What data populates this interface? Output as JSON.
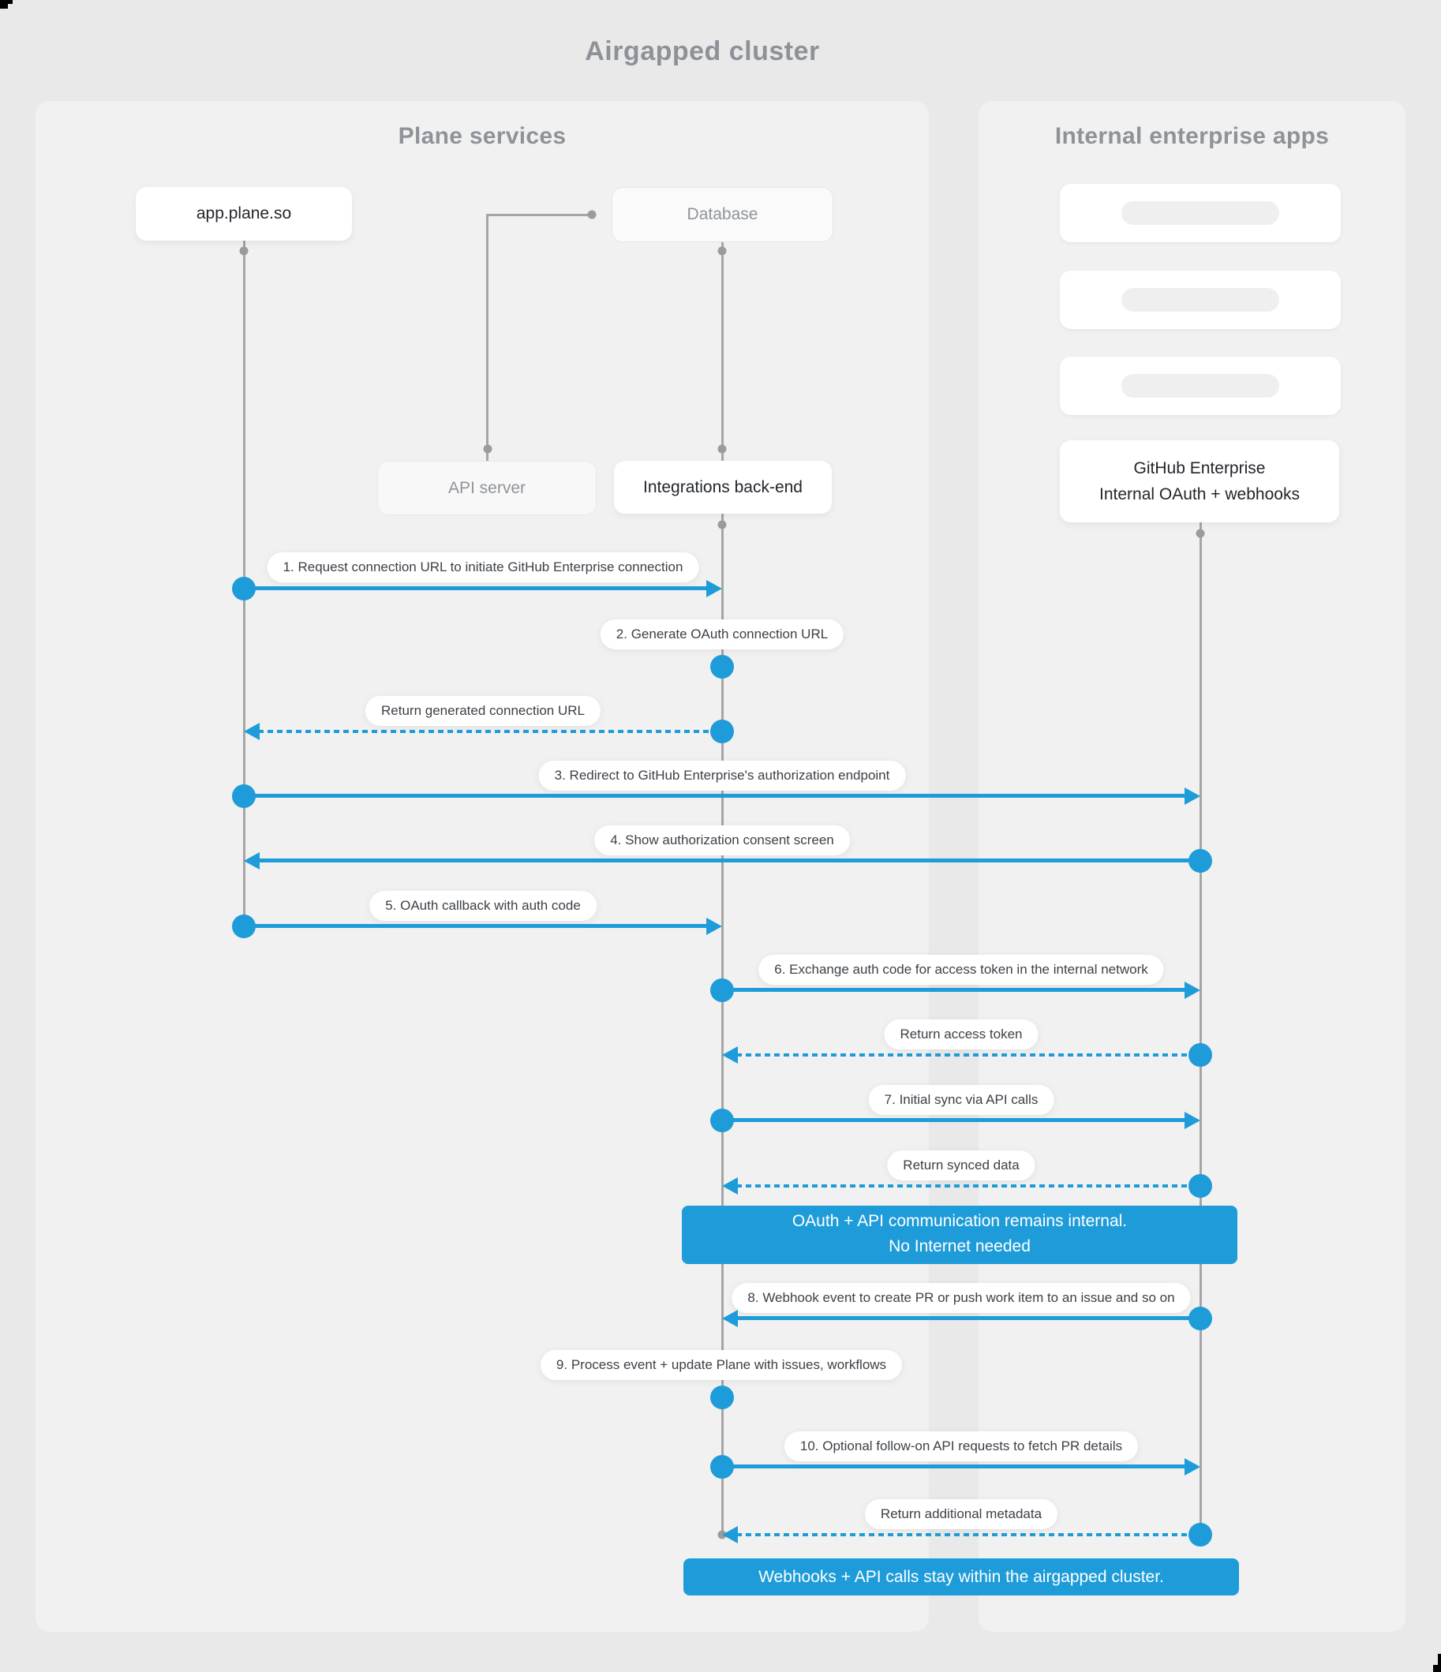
{
  "page": {
    "title": "Airgapped cluster"
  },
  "colors": {
    "accent": "#1E9CD9",
    "panel": "#F1F1F1",
    "background": "#E9E9E9",
    "lifeline": "#A5A5A5"
  },
  "panels": {
    "left": {
      "title": "Plane services"
    },
    "right": {
      "title": "Internal enterprise apps"
    }
  },
  "actors": {
    "app_plane_so": "app.plane.so",
    "database": "Database",
    "api_server": "API server",
    "integrations_backend": "Integrations back-end",
    "github_enterprise_line1": "GitHub Enterprise",
    "github_enterprise_line2": "Internal OAuth + webhooks"
  },
  "messages": {
    "m1": "1. Request connection URL to initiate GitHub Enterprise connection",
    "m2": "2. Generate OAuth connection URL",
    "r1": "Return generated connection URL",
    "m3": "3. Redirect to GitHub Enterprise's authorization endpoint",
    "m4": "4. Show authorization consent screen",
    "m5": "5. OAuth callback with auth code",
    "m6": "6. Exchange auth code for access token in the internal network",
    "r2": "Return access token",
    "m7": "7. Initial sync via API calls",
    "r3": "Return synced data",
    "m8": "8. Webhook event to create PR  or push work item to an issue  and so on",
    "m9": "9. Process event + update Plane with issues, workflows",
    "m10": "10. Optional follow-on API requests to fetch PR details",
    "r4": "Return additional metadata"
  },
  "banners": {
    "internal": {
      "line1": "OAuth + API communication remains internal.",
      "line2": "No Internet needed"
    },
    "airgapped": "Webhooks + API calls stay within the airgapped cluster."
  }
}
